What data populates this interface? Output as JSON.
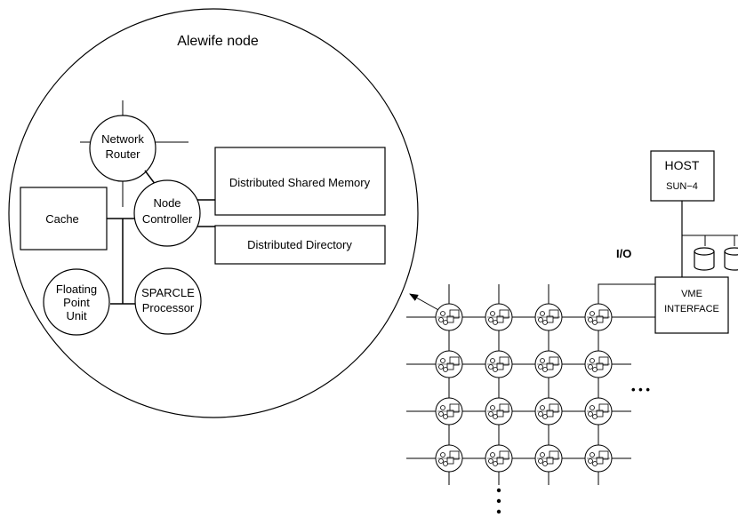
{
  "node": {
    "title": "Alewife node",
    "network_router": [
      "Network",
      "Router"
    ],
    "node_controller": [
      "Node",
      "Controller"
    ],
    "cache": "Cache",
    "fpu": [
      "Floating",
      "Point",
      "Unit"
    ],
    "sparcle": [
      "SPARCLE",
      "Processor"
    ],
    "shared_memory": "Distributed Shared Memory",
    "directory": "Distributed Directory"
  },
  "host": {
    "title": "HOST",
    "model": "SUN−4"
  },
  "io_label": "I/O",
  "vme": [
    "VME",
    "INTERFACE"
  ],
  "ellipsis_h": "• • •",
  "colors": {
    "stroke": "#000000",
    "background": "#ffffff"
  }
}
